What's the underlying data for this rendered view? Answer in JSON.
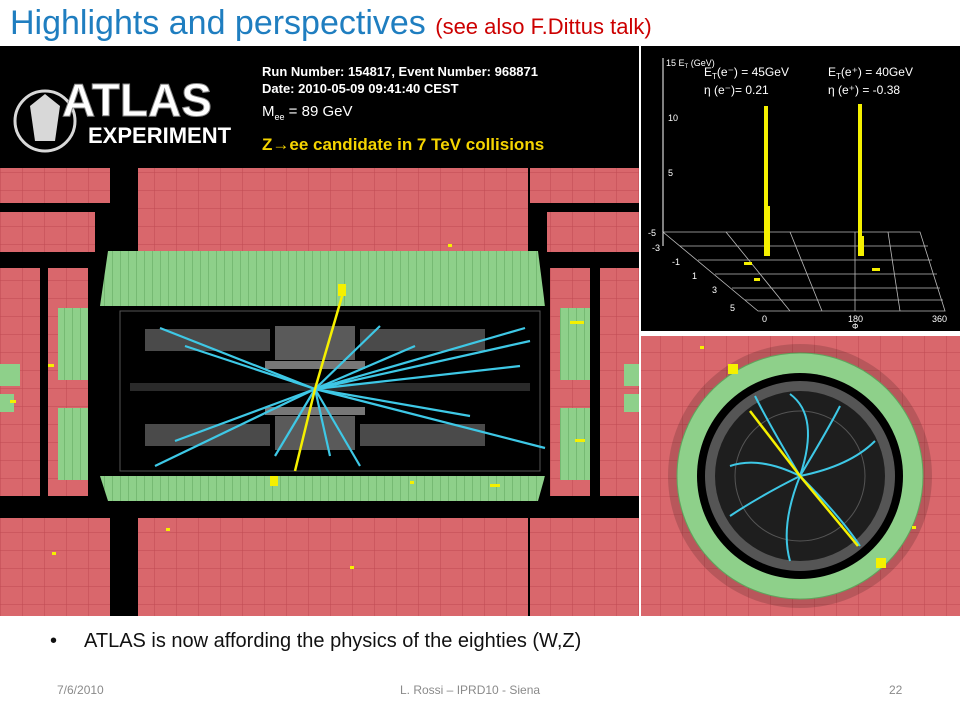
{
  "slide": {
    "title": "Highlights and perspectives",
    "title_note": "(see also F.Dittus talk)",
    "bullet": "ATLAS is now affording the physics of the eighties (W,Z)",
    "footer_date": "7/6/2010",
    "footer_author": "L. Rossi  – IPRD10 - Siena",
    "footer_page": "22"
  },
  "event_display": {
    "logo_top": "ATLAS",
    "logo_bottom": "EXPERIMENT",
    "run_line": "Run Number: 154817, Event Number: 968871",
    "date_line": "Date: 2010-05-09 09:41:40 CEST",
    "mass_prefix": "M",
    "mass_sub": "ee",
    "mass_value": " = 89 GeV",
    "candidate": "Z→ee candidate in 7 TeV collisions"
  },
  "lego_plot": {
    "z_label": "15 E",
    "z_unit": "(GeV)",
    "z_ticks": [
      "10",
      "5"
    ],
    "eta_ticks": [
      "-5",
      "-3",
      "-1",
      "1",
      "3",
      "5"
    ],
    "phi_ticks": [
      "0",
      "180",
      "360"
    ],
    "phi_label": "Φ",
    "e1_et": "E",
    "e1_et_rest": "(e⁻) = 45GeV",
    "e1_eta": "η (e⁻)= 0.21",
    "e2_et": "E",
    "e2_et_rest": "(e⁺) = 40GeV",
    "e2_eta": "η (e⁺) = -0.38"
  },
  "colors": {
    "title": "#1f7ec0",
    "title_note": "#cc0000",
    "calorimeter_red": "#d9676c",
    "calorimeter_green": "#8ed08a",
    "track_cyan": "#3ec8e6",
    "energy_yellow": "#f5f000"
  }
}
